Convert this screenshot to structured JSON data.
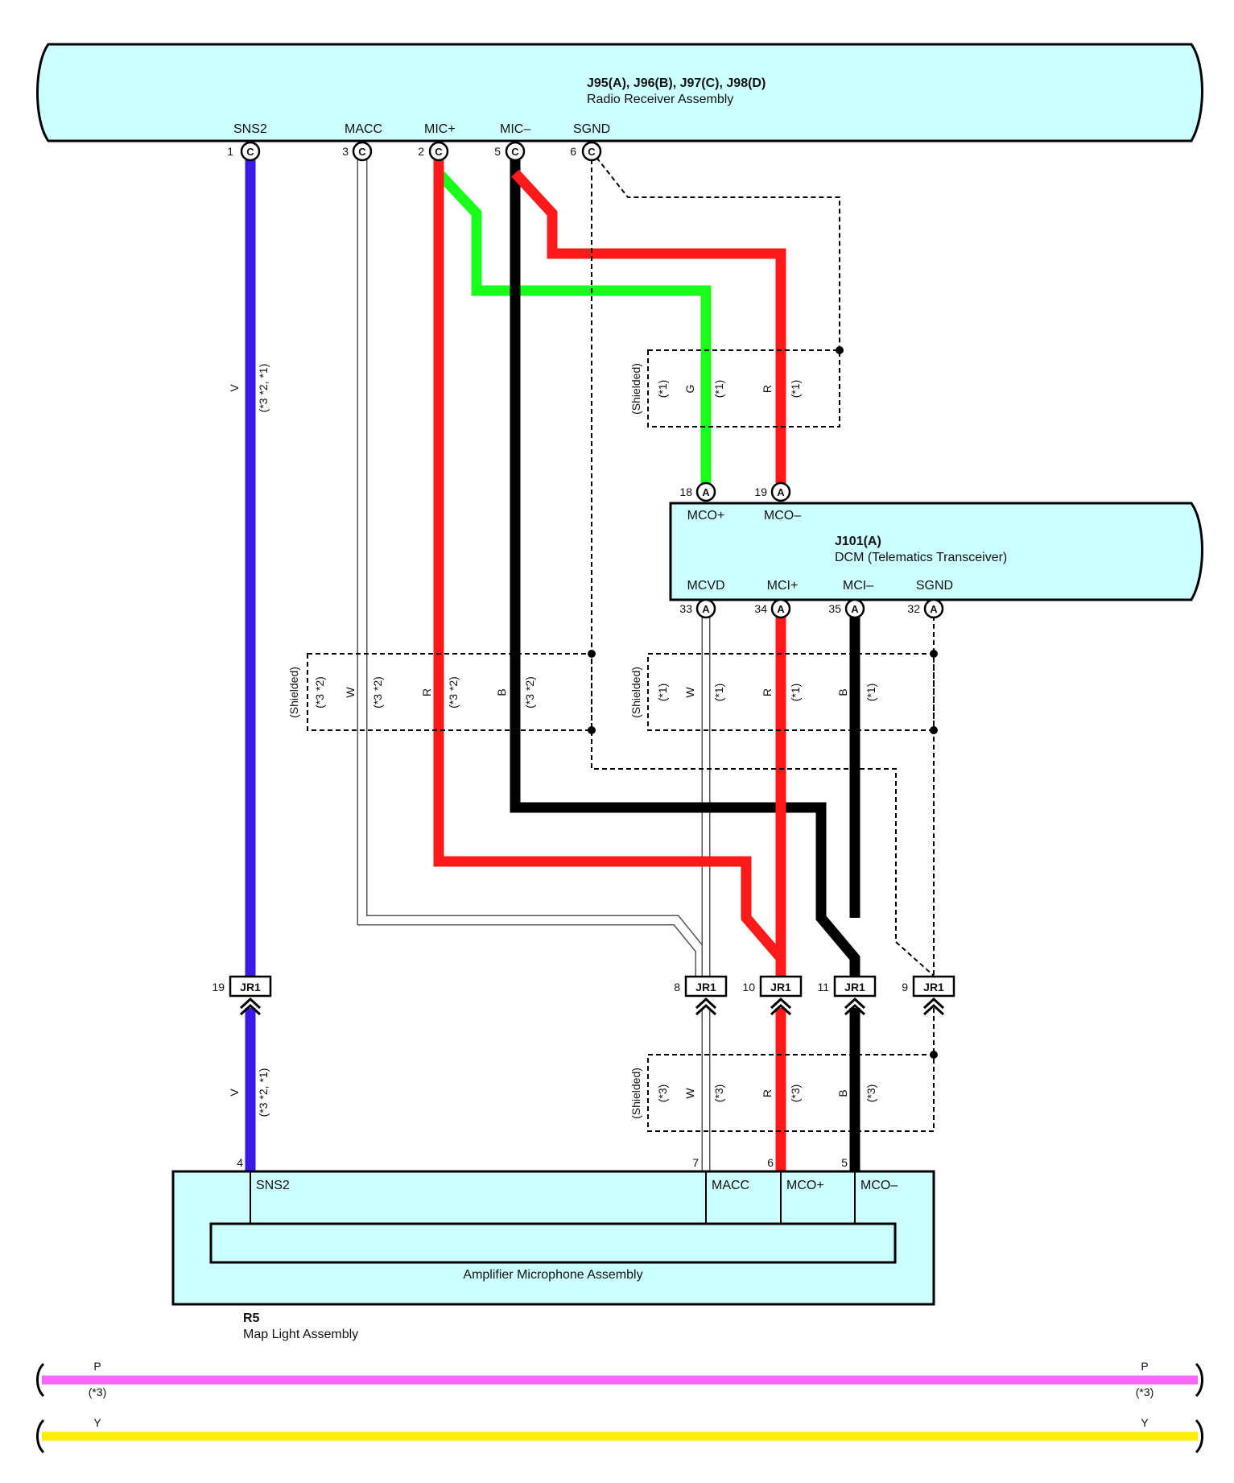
{
  "colors": {
    "module_fill": "#ccffff",
    "violet": "#3a1ae6",
    "red": "#ff1a1a",
    "green": "#1aff1a",
    "black": "#000000",
    "white_wire": "#ffffff",
    "pink": "#ff66ff",
    "yellow": "#ffee00"
  },
  "radio": {
    "connectors": "J95(A), J96(B), J97(C), J98(D)",
    "name": "Radio Receiver Assembly",
    "terminals": [
      {
        "pin": "1",
        "letter": "C",
        "name": "SNS2"
      },
      {
        "pin": "3",
        "letter": "C",
        "name": "MACC"
      },
      {
        "pin": "2",
        "letter": "C",
        "name": "MIC+"
      },
      {
        "pin": "5",
        "letter": "C",
        "name": "MIC–"
      },
      {
        "pin": "6",
        "letter": "C",
        "name": "SGND"
      }
    ]
  },
  "dcm": {
    "connector": "J101(A)",
    "name": "DCM (Telematics Transceiver)",
    "top_terminals": [
      {
        "pin": "18",
        "letter": "A",
        "name": "MCO+"
      },
      {
        "pin": "19",
        "letter": "A",
        "name": "MCO–"
      }
    ],
    "bottom_terminals": [
      {
        "pin": "33",
        "letter": "A",
        "name": "MCVD"
      },
      {
        "pin": "34",
        "letter": "A",
        "name": "MCI+"
      },
      {
        "pin": "35",
        "letter": "A",
        "name": "MCI–"
      },
      {
        "pin": "32",
        "letter": "A",
        "name": "SGND"
      }
    ]
  },
  "shield_top": {
    "label": "(Shielded)",
    "labels": [
      "(*1)",
      "G",
      "(*1)",
      "R",
      "(*1)"
    ]
  },
  "shield_left": {
    "label": "(Shielded)",
    "labels": [
      "(*3 *2)",
      "W",
      "(*3 *2)",
      "R",
      "(*3 *2)",
      "B",
      "(*3 *2)"
    ]
  },
  "shield_right": {
    "label": "(Shielded)",
    "labels": [
      "(*1)",
      "W",
      "(*1)",
      "R",
      "(*1)",
      "B",
      "(*1)"
    ]
  },
  "shield_bottom": {
    "label": "(Shielded)",
    "labels": [
      "(*3)",
      "W",
      "(*3)",
      "R",
      "(*3)",
      "B",
      "(*3)"
    ]
  },
  "wire_v_upper": {
    "color": "V",
    "note": "(*3 *2, *1)"
  },
  "wire_v_lower": {
    "color": "V",
    "note": "(*3 *2, *1)"
  },
  "jr1": {
    "label": "JR1",
    "pins": [
      "19",
      "8",
      "10",
      "11",
      "9"
    ]
  },
  "map_light": {
    "connector": "R5",
    "name": "Map Light Assembly",
    "inner_name": "Amplifier Microphone Assembly",
    "terminals": [
      {
        "pin": "4",
        "name": "SNS2"
      },
      {
        "pin": "7",
        "name": "MACC"
      },
      {
        "pin": "6",
        "name": "MCO+"
      },
      {
        "pin": "5",
        "name": "MCO–"
      }
    ]
  },
  "bus_pink": {
    "color": "P",
    "note": "(*3)"
  },
  "bus_yellow": {
    "color": "Y"
  }
}
